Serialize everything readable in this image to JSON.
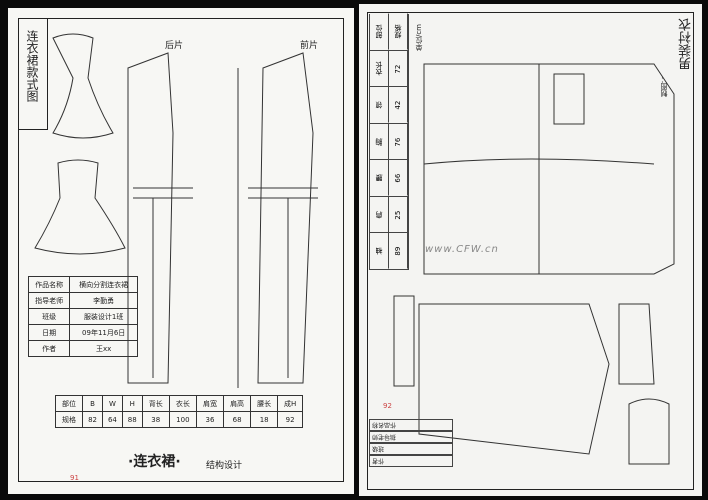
{
  "left_page": {
    "style_title": "连衣裙款式图",
    "back_label": "后片",
    "front_label": "前片",
    "info_table": [
      [
        "作品名称",
        "横向分割连衣裙"
      ],
      [
        "指导老师",
        "李勤勇"
      ],
      [
        "班级",
        "服装设计1班"
      ],
      [
        "日期",
        "09年11月6日"
      ],
      [
        "作者",
        "王xx"
      ]
    ],
    "spec_table": {
      "headers": [
        "部位",
        "B",
        "W",
        "H",
        "背长",
        "衣长",
        "肩宽",
        "肩高",
        "腰长",
        "成H"
      ],
      "values": [
        "规格",
        "82",
        "64",
        "88",
        "38",
        "100",
        "36",
        "68",
        "18",
        "92"
      ]
    },
    "title": "·连衣裙·",
    "subtitle": "结构设计",
    "page_number": "91"
  },
  "right_page": {
    "title": "男装衬衣",
    "drafter": "制图：",
    "spec_table": [
      [
        "部位",
        "规格"
      ],
      [
        "衣长",
        "72"
      ],
      [
        "领",
        "42"
      ],
      [
        "胸",
        "76"
      ],
      [
        "腰",
        "66"
      ],
      [
        "肩",
        "25"
      ],
      [
        "袖",
        "89"
      ]
    ],
    "unit_note": "单位/cm",
    "info_rows": [
      "作品名称",
      "指导老师",
      "班级",
      "作者"
    ],
    "page_number": "92"
  },
  "watermark": "www.CFW.cn"
}
